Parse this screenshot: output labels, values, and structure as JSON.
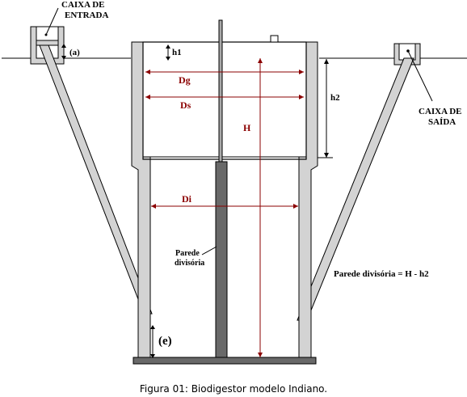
{
  "labels": {
    "inlet_box": [
      "CAIXA DE",
      "ENTRADA"
    ],
    "outlet_box": [
      "CAIXA DE",
      "SAÍDA"
    ],
    "a": "(a)",
    "e": "(e)",
    "h1": "h1",
    "h2": "h2",
    "Dg": "Dg",
    "Ds": "Ds",
    "Di": "Di",
    "H": "H",
    "partition_wall": [
      "Parede",
      "divisória"
    ],
    "formula": "Parede divisória = H - h2"
  },
  "caption": "Figura 01: Biodigestor modelo Indiano.",
  "colors": {
    "wall": "#d3d3d3",
    "partition": "#696969",
    "dimension": "#8b0000",
    "line": "#000000"
  }
}
